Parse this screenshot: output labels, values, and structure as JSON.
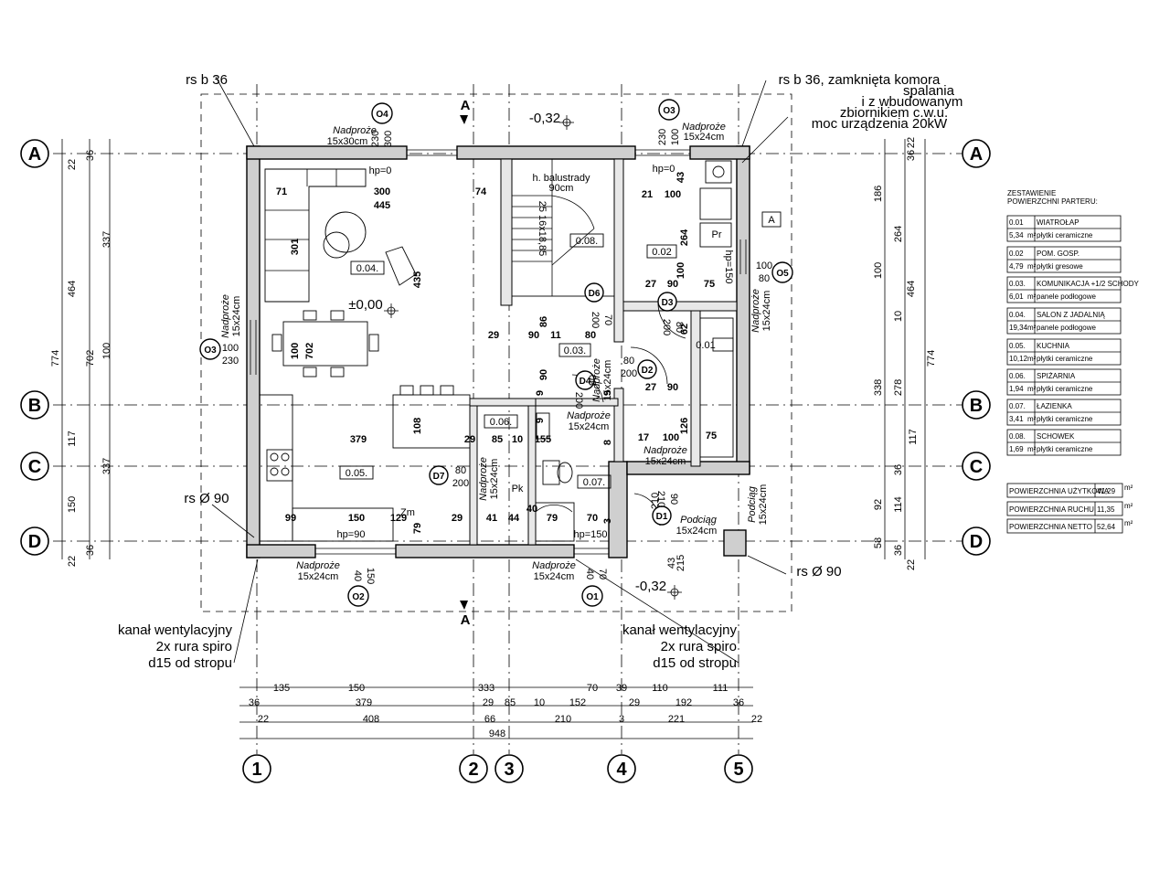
{
  "grid_axes": {
    "rows": [
      "A",
      "B",
      "C",
      "D"
    ],
    "columns": [
      "1",
      "2",
      "3",
      "4",
      "5"
    ]
  },
  "section_mark": "A",
  "top_notes": {
    "rs_left": "rs b 36",
    "boiler_line1": "rs b 36, zamknięta komora",
    "boiler_line2": "spalania",
    "boiler_line3": "i z wbudowanym",
    "boiler_line4": "zbiornikiem c.w.u.",
    "boiler_line5": "moc urządzenia 20kW"
  },
  "levels": {
    "top": "-0,32",
    "main": "±0,00",
    "bottom": "-0,32"
  },
  "openings": {
    "O1": {
      "tag": "O1",
      "lintel": "Nadproże",
      "size": "15x24cm",
      "w": "70",
      "h": "40"
    },
    "O2": {
      "tag": "O2",
      "lintel": "Nadproże",
      "size": "15x24cm",
      "w": "150",
      "h": "40"
    },
    "O3_left": {
      "tag": "O3",
      "lintel": "Nadproże",
      "size": "15x24cm",
      "w": "100",
      "h": "230"
    },
    "O3_top": {
      "tag": "O3",
      "lintel": "Nadproże",
      "size": "15x24cm",
      "w": "100",
      "h": "230"
    },
    "O4": {
      "tag": "O4",
      "lintel": "Nadproże",
      "size": "15x30cm",
      "w": "300",
      "h": "230"
    },
    "O5": {
      "tag": "O5",
      "lintel": "Nadproże",
      "size": "15x24cm",
      "w": "100",
      "h": "80"
    }
  },
  "doors": {
    "D1": {
      "tag": "D1",
      "w": "90",
      "h": "210",
      "lintel": "Podciąg",
      "size": "15x24cm"
    },
    "D2": {
      "tag": "D2",
      "w": "80",
      "h": "200"
    },
    "D3": {
      "tag": "D3",
      "w": "80",
      "h": "200"
    },
    "D4": {
      "tag": "D4",
      "w": "80",
      "h": "200"
    },
    "D6": {
      "tag": "D6",
      "w": "70",
      "h": "200"
    },
    "D7": {
      "tag": "D7",
      "w": "80",
      "h": "200"
    }
  },
  "rooms": [
    "0.01",
    "0.02",
    "0.03.",
    "0.04.",
    "0.05.",
    "0.06.",
    "0.07.",
    "0.08."
  ],
  "annotations": {
    "hp0_a": "hp=0",
    "hp0_b": "hp=0",
    "hp90": "hp=90",
    "hp150_a": "hp=150",
    "hp150_b": "hp=150",
    "balustrade1": "h. balustrady",
    "balustrade2": "90cm",
    "stairs": "25 16x18,85",
    "pk": "Pk",
    "pr": "Pr",
    "zm": "Zm",
    "box_a": "A",
    "rs90_left": "rs Ø 90",
    "rs90_right": "rs Ø 90",
    "podciag_right": "Podciąg",
    "podciag_right_size": "15x24cm",
    "lintel_inner1": "Nadproże",
    "lintel_inner1_size": "15x24cm",
    "lintel_inner2": "Nadproże",
    "lintel_inner2_size": "15x24cm",
    "lintel_inner3": "Nadproże",
    "lintel_inner3_size": "15x24cm",
    "lintel_d1": "Nadproże",
    "lintel_d1_size": "15x24cm"
  },
  "vent_left": [
    "kanał wentylacyjny",
    "2x rura spiro",
    "d15 od stropu"
  ],
  "vent_right": [
    "kanał wentylacyjny",
    "2x rura spiro",
    "d15 od stropu"
  ],
  "dims_bottom": {
    "row1": [
      "135",
      "150",
      "333",
      "70",
      "39",
      "110",
      "111"
    ],
    "row2": [
      "36",
      "379",
      "29",
      "85",
      "10",
      "152",
      "29",
      "192",
      "36"
    ],
    "row3": [
      "22",
      "408",
      "66",
      "210",
      "221",
      "22",
      "3"
    ],
    "row4": [
      "948"
    ]
  },
  "dims_left": {
    "outer": [
      "774"
    ],
    "mid": [
      "464",
      "702"
    ],
    "inner": [
      "22",
      "36",
      "337",
      "100",
      "117",
      "337",
      "150",
      "36",
      "22"
    ]
  },
  "dims_right": {
    "inner": [
      "36",
      "22",
      "186",
      "264",
      "100",
      "10",
      "338",
      "278",
      "117",
      "36",
      "92",
      "114",
      "58",
      "36",
      "22"
    ],
    "mid": [
      "464",
      "774"
    ]
  },
  "interior_dims": [
    "71",
    "300",
    "445",
    "74",
    "301",
    "435",
    "100",
    "702",
    "379",
    "108",
    "99",
    "129",
    "150",
    "79",
    "29",
    "41",
    "44",
    "79",
    "29",
    "85",
    "10",
    "155",
    "40",
    "70",
    "29",
    "90",
    "11",
    "80",
    "86",
    "90",
    "21",
    "100",
    "43",
    "27",
    "90",
    "62",
    "264",
    "100",
    "75",
    "27",
    "90",
    "126",
    "75",
    "17",
    "100",
    "8",
    "9",
    "9",
    "9",
    "3",
    "210",
    "215",
    "43"
  ],
  "legend": {
    "title1": "ZESTAWIENIE",
    "title2": "POWIERZCHNI PARTERU:",
    "rooms": [
      {
        "no": "0.01",
        "name": "WIATROŁAP",
        "area": "5,34",
        "unit": "m²",
        "finish": "płytki ceramiczne"
      },
      {
        "no": "0.02",
        "name": "POM. GOSP.",
        "area": "4,79",
        "unit": "m²",
        "finish": "płytki gresowe"
      },
      {
        "no": "0.03.",
        "name": "KOMUNIKACJA +1/2 SCHODY",
        "area": "6,01",
        "unit": "m²",
        "finish": "panele podłogowe"
      },
      {
        "no": "0.04.",
        "name": "SALON Z JADALNIĄ",
        "area": "19,34",
        "unit": "m²",
        "finish": "panele podłogowe"
      },
      {
        "no": "0.05.",
        "name": "KUCHNIA",
        "area": "10,12",
        "unit": "m²",
        "finish": "płytki ceramiczne"
      },
      {
        "no": "0.06.",
        "name": "SPIŻARNIA",
        "area": "1,94",
        "unit": "m²",
        "finish": "płytki ceramiczne"
      },
      {
        "no": "0.07.",
        "name": "ŁAZIENKA",
        "area": "3,41",
        "unit": "m²",
        "finish": "płytki ceramiczne"
      },
      {
        "no": "0.08.",
        "name": "SCHOWEK",
        "area": "1,69",
        "unit": "m²",
        "finish": "płytki ceramiczne"
      }
    ],
    "totals": [
      {
        "label": "POWIERZCHNIA UŻYTKOWA",
        "value": "41,29",
        "unit": "m²"
      },
      {
        "label": "POWIERZCHNIA RUCHU",
        "value": "11,35",
        "unit": "m²"
      },
      {
        "label": "POWIERZCHNIA NETTO",
        "value": "52,64",
        "unit": "m²"
      }
    ]
  }
}
